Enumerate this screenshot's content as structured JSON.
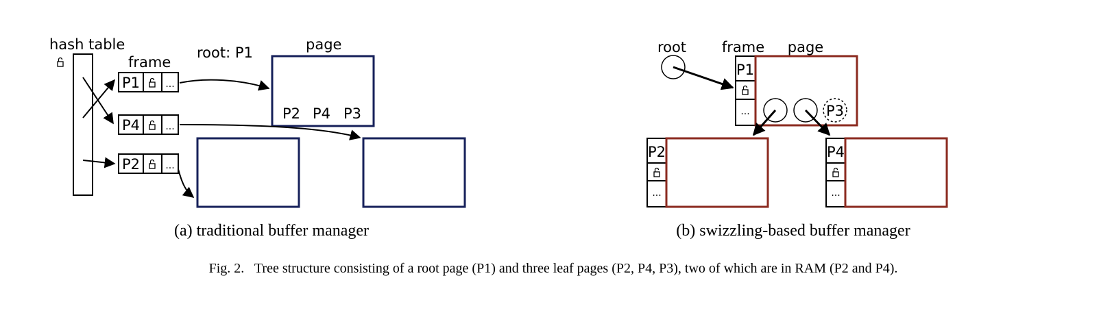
{
  "panel_a": {
    "hash_table_label": "hash table",
    "frame_label": "frame",
    "root_label": "root: P1",
    "page_label": "page",
    "frames": [
      {
        "id": "P1",
        "ellipsis": "..."
      },
      {
        "id": "P4",
        "ellipsis": "..."
      },
      {
        "id": "P2",
        "ellipsis": "..."
      }
    ],
    "root_page_children": [
      "P2",
      "P4",
      "P3"
    ],
    "caption": "(a) traditional buffer manager"
  },
  "panel_b": {
    "root_label": "root",
    "frame_label": "frame",
    "page_label": "page",
    "root_frame": {
      "id": "P1",
      "ellipsis": "..."
    },
    "unloaded_child": "P3",
    "leaf_frames": [
      {
        "id": "P2",
        "ellipsis": "..."
      },
      {
        "id": "P4",
        "ellipsis": "..."
      }
    ],
    "caption": "(b) swizzling-based buffer manager"
  },
  "figure_caption": "Fig. 2.   Tree structure consisting of a root page (P1) and three leaf pages (P2, P4, P3), two of which are in RAM (P2 and P4).",
  "colors": {
    "traditional_page": "#16205a",
    "swizzled_page": "#8b2a1f"
  }
}
